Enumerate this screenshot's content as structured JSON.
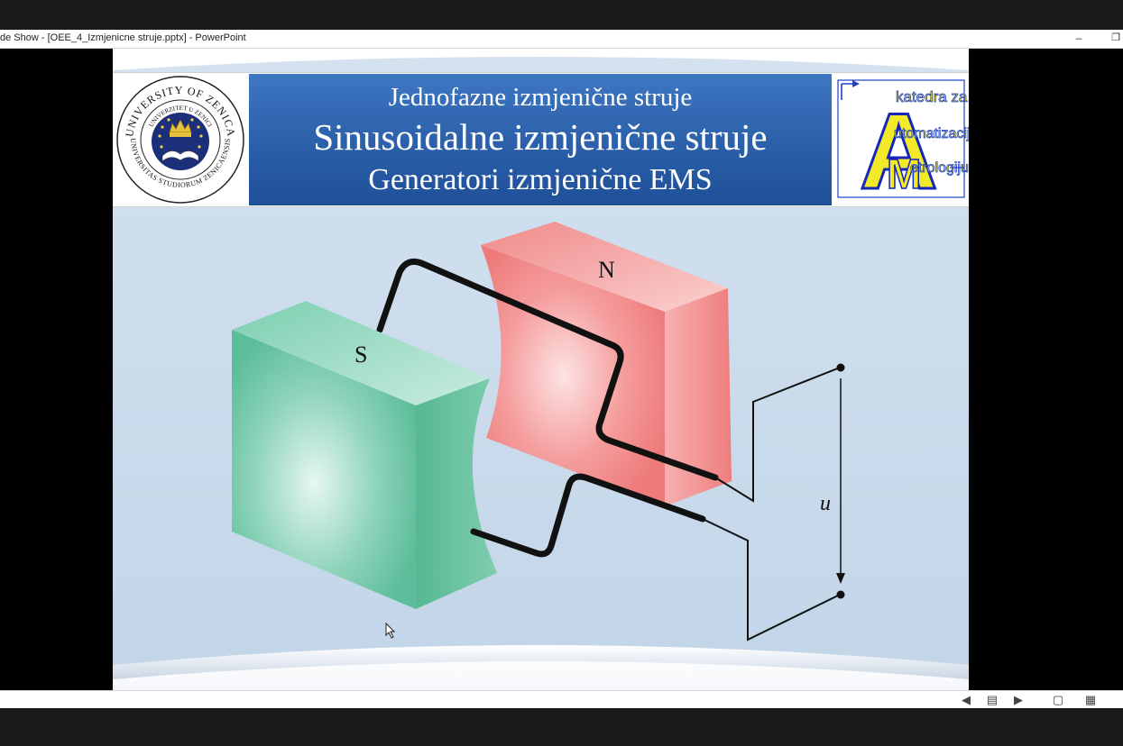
{
  "window": {
    "title": "de Show - [OEE_4_Izmjenicne struje.pptx] - PowerPoint",
    "minimize_glyph": "–",
    "restore_glyph": "❐"
  },
  "slide": {
    "title_line1": "Jednofazne izmjenične struje",
    "title_line2": "Sinusoidalne izmjenične struje",
    "title_line3": "Generatori izmjenične EMS",
    "left_logo": {
      "outer_text": "UNIVERSITY OF ZENICA",
      "inner_text": "UNIVERZITET U ZENICI",
      "latin_text": "UNIVERSITAS STUDIORUM ZENICAENSIS"
    },
    "right_logo": {
      "big_letter_a": "A",
      "big_letter_m": "M",
      "line1": "katedra za",
      "line2": "utomatizaciju i",
      "line3": "etrologiju"
    },
    "diagram": {
      "pole_south": "S",
      "pole_north": "N",
      "voltage_label": "u"
    }
  },
  "statusbar": {
    "prev_icon": "◀",
    "menu_icon": "▤",
    "next_icon": "▶",
    "notes_icon": "▢",
    "sorter_icon": "▦"
  }
}
